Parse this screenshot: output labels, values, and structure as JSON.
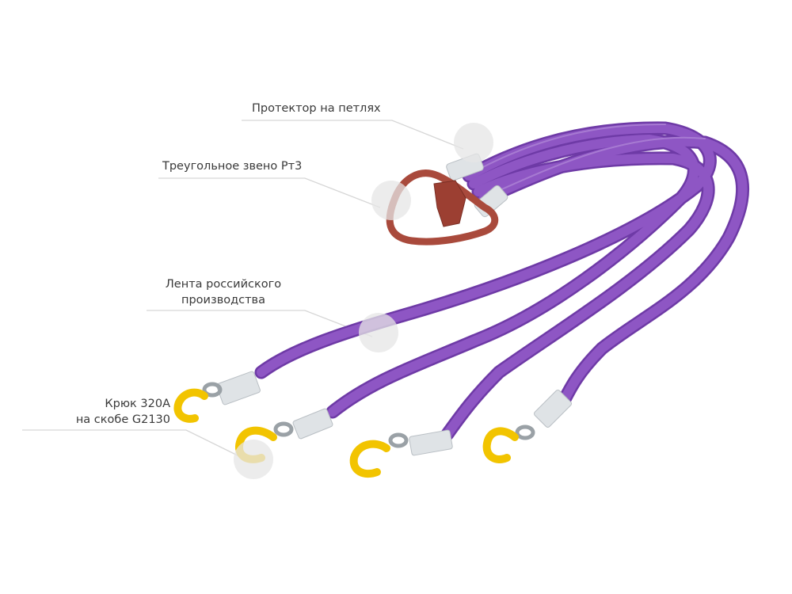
{
  "callouts": {
    "protector": {
      "text": "Протектор на петлях"
    },
    "link": {
      "text": "Треугольное звено Рт3"
    },
    "webbing": {
      "line1": "Лента российского",
      "line2": "производства"
    },
    "hook": {
      "line1": "Крюк 320А",
      "line2": "на скобе G2130"
    }
  },
  "colors": {
    "strap": "#8e56c4",
    "strap_edge": "#6e3aa6",
    "link": "#a94a3c",
    "protector": "#dfe3e6",
    "hook": "#f2c400",
    "marker": "#e6e6e6",
    "leader": "#dddddd"
  }
}
